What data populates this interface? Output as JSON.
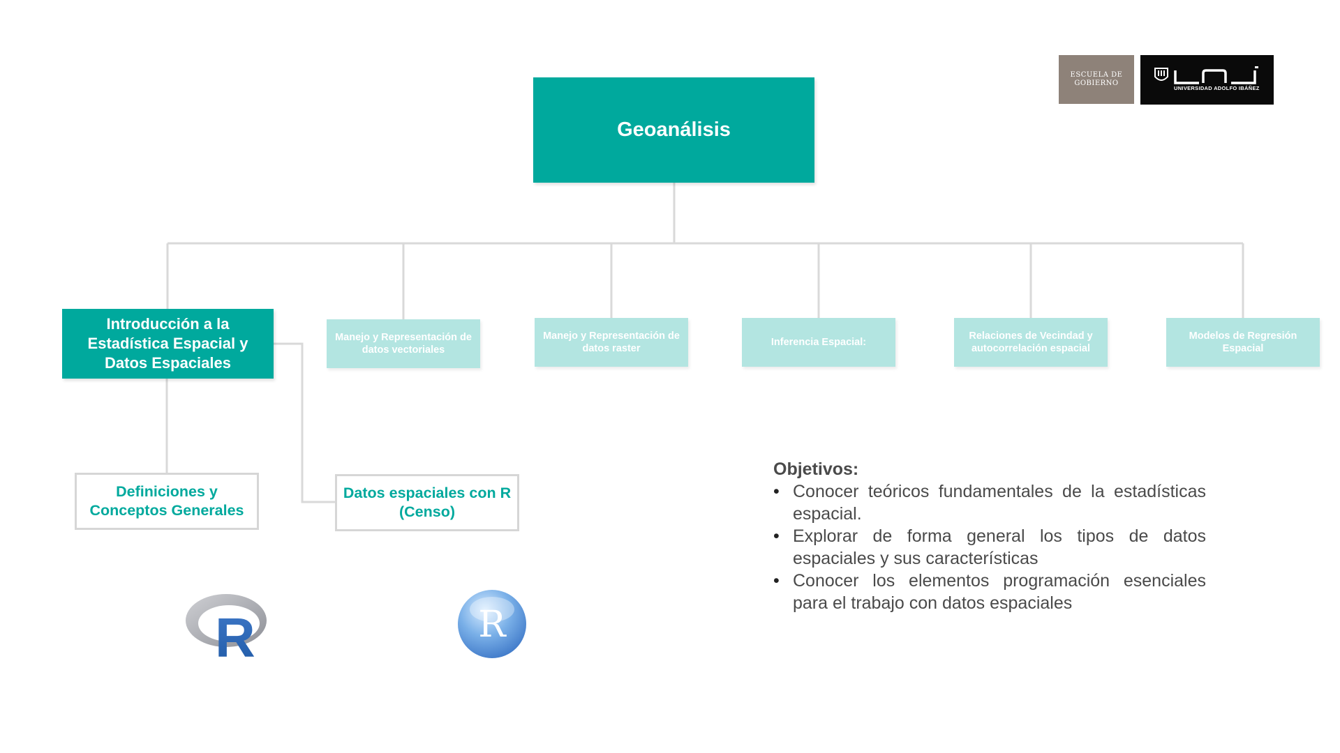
{
  "diagram": {
    "root": "Geoanálisis",
    "children": [
      "Introducción a la Estadística Espacial y Datos Espaciales",
      "Manejo y Representación de datos vectoriales",
      "Manejo y Representación de datos raster",
      "Inferencia Espacial:",
      "Relaciones de Vecindad y autocorrelación espacial",
      "Modelos de Regresión Espacial"
    ],
    "subtopics": [
      "Definiciones y Conceptos Generales",
      "Datos espaciales con R (Censo)"
    ]
  },
  "objectives": {
    "heading": "Objetivos:",
    "items": [
      "Conocer teóricos fundamentales de la estadísticas espacial.",
      "Explorar de forma general los tipos de datos espaciales y sus características",
      "Conocer los elementos programación esenciales para el trabajo con datos espaciales"
    ]
  },
  "logos": {
    "escuela_line1": "ESCUELA DE",
    "escuela_line2": "GOBIERNO",
    "uai_caption": "UNIVERSIDAD ADOLFO IBÁÑEZ",
    "r_logo_1": "R",
    "r_logo_2": "R"
  },
  "icons": [
    "r-logo-icon",
    "rstudio-r-icon",
    "uai-crest-icon"
  ],
  "colors": {
    "primary": "#00a99d",
    "light": "#b3e5e1",
    "line": "#d9d9d9",
    "text": "#4a4a4a"
  }
}
